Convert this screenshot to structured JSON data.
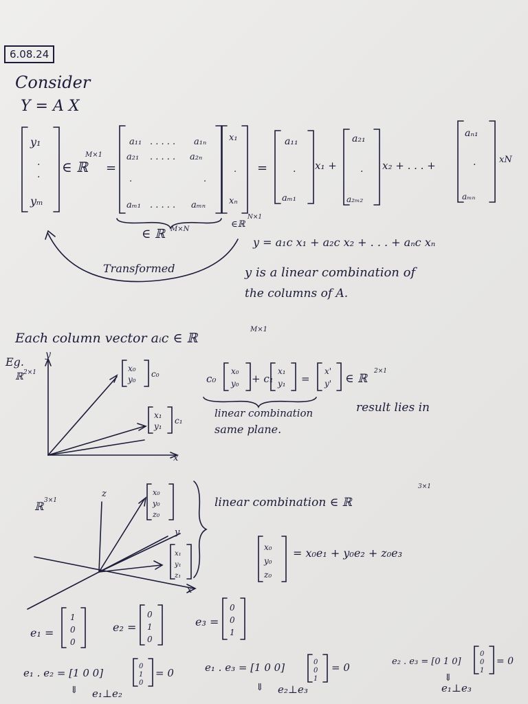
{
  "date": "6.08.24",
  "heading": "Consider",
  "equation": "Y = A X",
  "vec_y": {
    "top": "y₁",
    "bottom": "yₘ"
  },
  "in_R_mx1": "∈ ℝ",
  "sup_mx1": "M×1",
  "matrix": {
    "r1": [
      "a₁₁",
      ". . . . .",
      "a₁ₙ"
    ],
    "r2": [
      "a₂₁",
      ". . . . .",
      "a₂ₙ"
    ],
    "r3": [
      "aₘ₁",
      ". . . . .",
      "aₘₙ"
    ]
  },
  "vec_x": {
    "top": "x₁",
    "bottom": "xₙ"
  },
  "in_R_mxn": "∈ ℝ",
  "sup_mxn": "M×N",
  "in_R_nx1": "∈ℝ",
  "sup_nx1": "N×1",
  "col1": {
    "top": "a₁₁",
    "bottom": "aₘ₁"
  },
  "col2": {
    "top": "a₂₁",
    "bottom": "a₂ₘ₂"
  },
  "colN": {
    "top": "aₙ₁",
    "bottom": "aₘₙ"
  },
  "x1": "x₁ +",
  "x2": "x₂ + . . . +",
  "xN": "xN",
  "transformed": "Transformed",
  "y_sum": "y = a₁c x₁ + a₂c x₂ + . . . + aₙc xₙ",
  "lc_line1": "y is a linear combination of",
  "lc_line2": "the columns of A.",
  "each_col": "Each column vector aᵢc ∈ ℝ",
  "sup_each": "M×1",
  "eg": "Eg.",
  "r2x1": "ℝ",
  "sup_r2x1": "2×1",
  "axis_y": "y",
  "axis_x": "x",
  "v0": {
    "top": "x₀",
    "bottom": "y₀",
    "coef": "c₀"
  },
  "v1": {
    "top": "x₁",
    "bottom": "y₁",
    "coef": "c₁"
  },
  "c0": "c₀",
  "plus_c1": "+ c₁",
  "eq_sign": "=",
  "res": {
    "top": "x'",
    "bottom": "y'"
  },
  "in_R_2x1": "∈ ℝ",
  "sup_2x1": "2×1",
  "lin_comb": "linear combination",
  "same_plane": "same plane.",
  "result_lies": "result lies in",
  "r3x1": "ℝ",
  "sup_r3x1": "3×1",
  "axis_z": "z",
  "v3a": {
    "a": "x₀",
    "b": "y₀",
    "c": "z₀"
  },
  "v3b": {
    "a": "x₁",
    "b": "y₁",
    "c": "z₁"
  },
  "lc3": "linear combination ∈ ℝ",
  "sup_lc3": "3×1",
  "v3c": {
    "a": "x₀",
    "b": "y₀",
    "c": "z₀"
  },
  "basis_eq": "= x₀e₁ + y₀e₂ + z₀e₃",
  "e1_label": "e₁ =",
  "e2_label": "e₂ =",
  "e3_label": "e₃ =",
  "e1": [
    "1",
    "0",
    "0"
  ],
  "e2": [
    "0",
    "1",
    "0"
  ],
  "e3": [
    "0",
    "0",
    "1"
  ],
  "dot12": "e₁ . e₂ = [1 0 0]",
  "dot12_col": [
    "0",
    "1",
    "0"
  ],
  "dot12_res": "= 0",
  "perp12": "e₁⊥e₂",
  "dot13": "e₁ . e₃ = [1 0 0]",
  "dot13_col": [
    "0",
    "0",
    "1"
  ],
  "dot13_res": "= 0",
  "perp13": "e₂⊥e₃",
  "dot23": "e₂ . e₃ = [0 1 0]",
  "dot23_col": [
    "0",
    "0",
    "1"
  ],
  "dot23_res": "= 0",
  "perp23": "e₁⊥e₃",
  "arrow": "⇓",
  "equals": "=",
  "ink_color": "#1c1c3a"
}
